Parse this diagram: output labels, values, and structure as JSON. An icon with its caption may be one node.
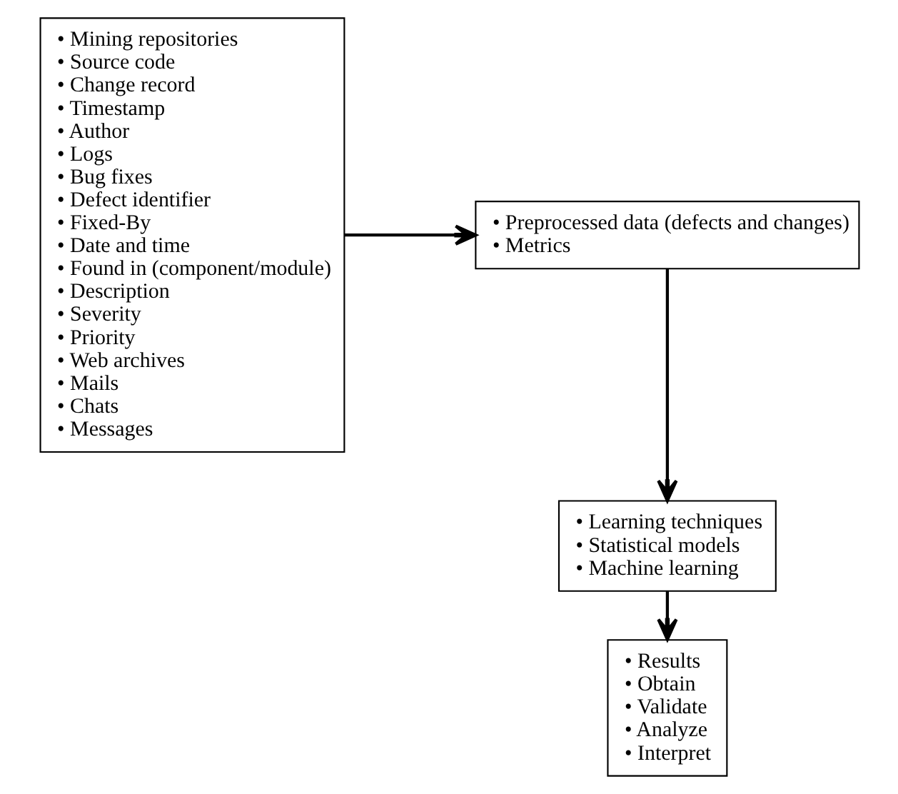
{
  "diagram": {
    "nodes": [
      {
        "text": [
          "• Mining repositories",
          "• Source code",
          "• Change record",
          "• Timestamp",
          "• Author",
          "• Logs",
          "• Bug fixes",
          "• Defect identifier",
          "• Fixed-By",
          "• Date and time",
          "• Found in (component/module)",
          "• Description",
          "• Severity",
          "• Priority",
          "• Web archives",
          "• Mails",
          "• Chats",
          "• Messages"
        ]
      },
      {
        "text": [
          "• Preprocessed data (defects and changes)",
          "• Metrics"
        ]
      },
      {
        "text": [
          "• Learning techniques",
          "• Statistical models",
          "• Machine learning"
        ]
      },
      {
        "text": [
          "• Results",
          "• Obtain",
          "• Validate",
          "• Analyze",
          "• Interpret"
        ]
      }
    ],
    "edges": [
      {
        "from": 0,
        "to": 1,
        "arrow": "to"
      },
      {
        "from": 1,
        "to": 2,
        "arrow": "to"
      },
      {
        "from": 2,
        "to": 3,
        "arrow": "to"
      }
    ]
  }
}
